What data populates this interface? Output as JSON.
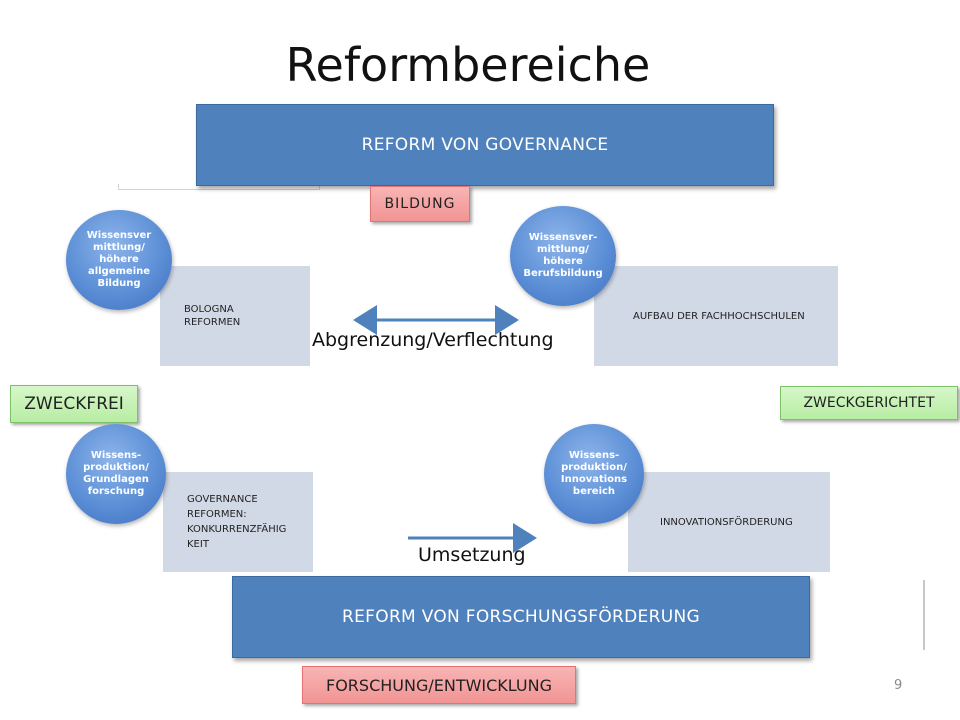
{
  "title": "Reformbereiche",
  "governance_banner": "REFORM VON  GOVERNANCE",
  "research_banner": "REFORM VON  FORSCHUNGSFÖRDERUNG",
  "tags": {
    "bildung": "BILDUNG",
    "forschung": "FORSCHUNG/ENTWICKLUNG",
    "zweckfrei": "ZWECKFREI",
    "zweckgerichtet": "ZWECKGERICHTET"
  },
  "quadrants": {
    "top_left": {
      "circle": "Wissensver\nmittlung/\nhöhere\nallgemeine\nBildung",
      "panel": "BOLOGNA\nREFORMEN"
    },
    "top_right": {
      "circle": "Wissensver-\nmittlung/\nhöhere\nBerufsbildung",
      "panel": "AUFBAU DER FACHHOCHSCHULEN"
    },
    "bottom_left": {
      "circle": "Wissens-\nproduktion/\nGrundlagen\nforschung",
      "panel": "GOVERNANCE\nREFORMEN:\nKONKURRENZFÄHIG\nKEIT"
    },
    "bottom_right": {
      "circle": "Wissens-\nproduktion/\nInnovations\nbereich",
      "panel": "INNOVATIONSFÖRDERUNG"
    }
  },
  "arrow_labels": {
    "double": "Abgrenzung/Verflechtung",
    "single": "Umsetzung"
  },
  "page_number": "9",
  "colors": {
    "banner": "#4f81bd",
    "panel": "#d2d9e6",
    "arrow": "#4f81bd",
    "red_tag": "#f29494",
    "green_tag": "#b7eda3"
  }
}
